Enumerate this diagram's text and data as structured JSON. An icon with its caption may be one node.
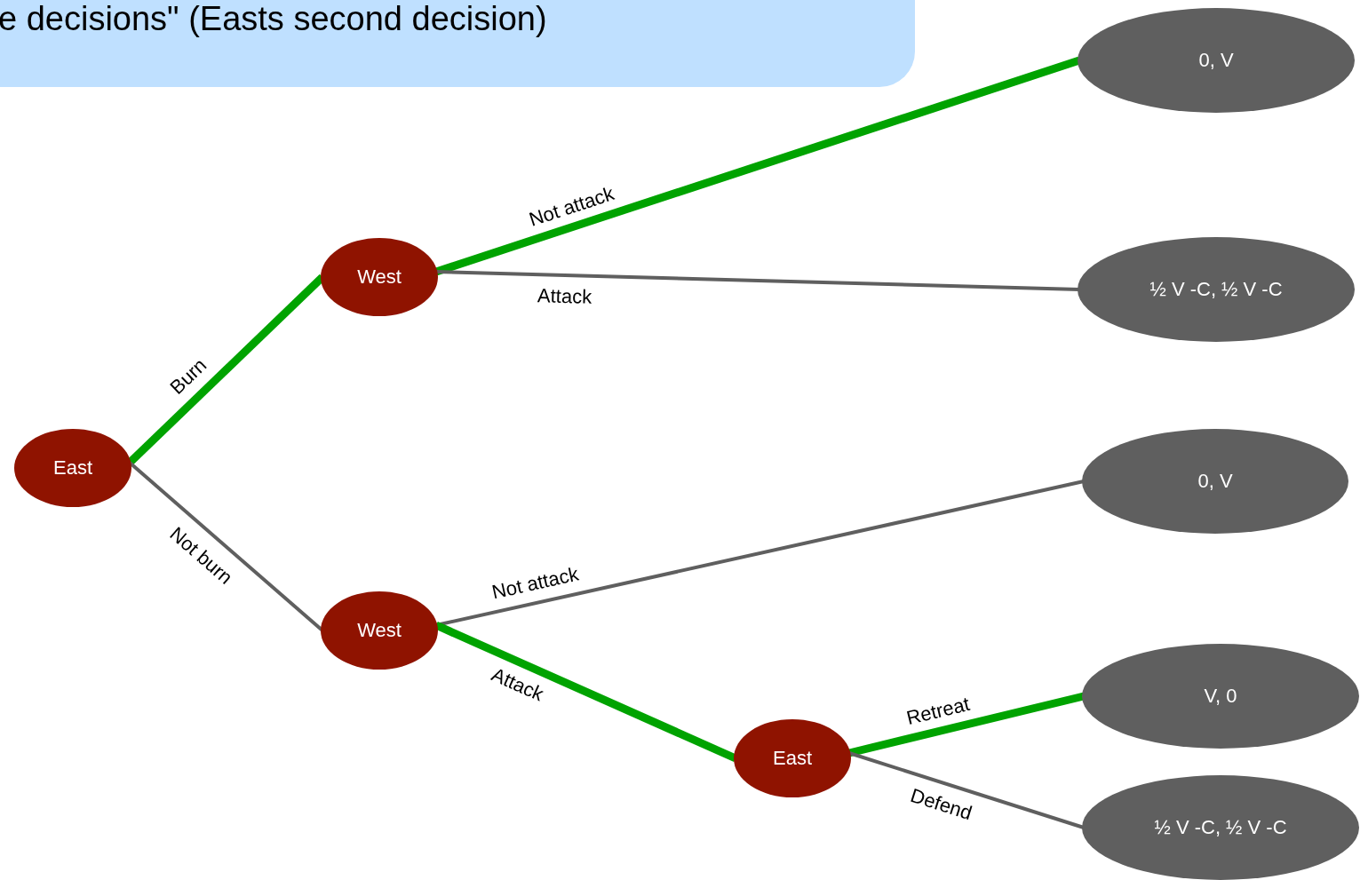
{
  "diagram": {
    "nodes": [
      {
        "text": [
          "e decisions\" (Easts second decision)"
        ]
      },
      {
        "text": [
          "East"
        ]
      },
      {
        "text": [
          "West"
        ]
      },
      {
        "text": [
          "West"
        ]
      },
      {
        "text": [
          "East"
        ]
      },
      {
        "text": [
          "0, V"
        ]
      },
      {
        "text": [
          "½ V -C, ½ V -C"
        ]
      },
      {
        "text": [
          "0, V"
        ]
      },
      {
        "text": [
          "V, 0"
        ]
      },
      {
        "text": [
          "½ V -C, ½ V -C"
        ]
      }
    ],
    "edges": [
      {
        "from": 1,
        "to": 2,
        "arrow": "none",
        "label": "Burn",
        "style": "thick",
        "color": "#00a300"
      },
      {
        "from": 1,
        "to": 3,
        "arrow": "none",
        "label": "Not burn",
        "color": "#5f5f5f"
      },
      {
        "from": 2,
        "to": 5,
        "arrow": "none",
        "label": "Not attack",
        "style": "thick",
        "color": "#00a300"
      },
      {
        "from": 2,
        "to": 6,
        "arrow": "none",
        "label": "Attack",
        "color": "#5f5f5f"
      },
      {
        "from": 3,
        "to": 7,
        "arrow": "none",
        "label": "Not attack",
        "color": "#5f5f5f"
      },
      {
        "from": 3,
        "to": 4,
        "arrow": "none",
        "label": "Attack",
        "style": "thick",
        "color": "#00a300"
      },
      {
        "from": 4,
        "to": 8,
        "arrow": "none",
        "label": "Retreat",
        "style": "thick",
        "color": "#00a300"
      },
      {
        "from": 4,
        "to": 9,
        "arrow": "none",
        "label": "Defend",
        "color": "#5f5f5f"
      }
    ]
  }
}
